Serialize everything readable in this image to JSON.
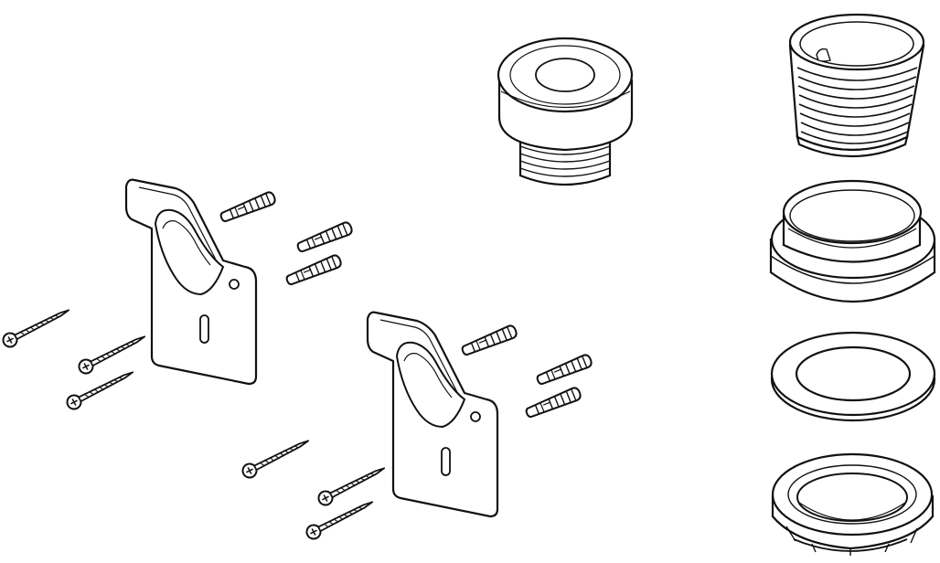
{
  "drawing": {
    "ink_color": "#111111",
    "paper_color": "#ffffff",
    "parts": [
      "mounting-bracket",
      "mounting-bracket",
      "wall-plug",
      "wall-plug",
      "wall-plug",
      "wall-plug",
      "wall-plug",
      "wall-plug",
      "wood-screw",
      "wood-screw",
      "wood-screw",
      "wood-screw",
      "wood-screw",
      "wood-screw",
      "threaded-plug",
      "threaded-sleeve",
      "flanged-sleeve",
      "flat-washer",
      "lock-nut"
    ]
  }
}
